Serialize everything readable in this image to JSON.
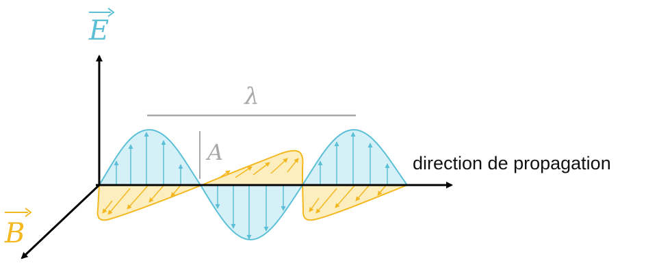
{
  "labels": {
    "e_field": "E",
    "b_field": "B",
    "wavelength": "λ",
    "amplitude": "A",
    "propagation": "direction de propagation"
  },
  "colors": {
    "e_stroke": "#5bbfd6",
    "e_fill": "#d6f0f8",
    "b_stroke": "#f3b81f",
    "b_fill": "#fdeebf",
    "axis": "#000000",
    "annotation": "#a8a8a8"
  }
}
